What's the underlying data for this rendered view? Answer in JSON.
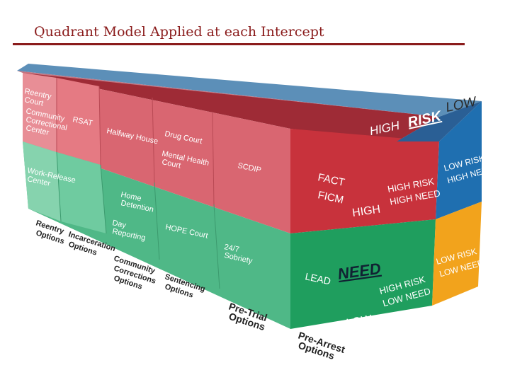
{
  "title": "Quadrant Model Applied at each Intercept",
  "colors": {
    "title": "#8a1b1b",
    "high_risk_high_need": "#c8323c",
    "high_risk_low_need": "#1f9e5e",
    "low_risk_high_need": "#1f6fb0",
    "low_risk_low_need": "#f2a31c",
    "pale_red": "#e57a83",
    "pale_green": "#69c79a"
  },
  "risk_axis": {
    "high_label": "HIGH",
    "risk_label": "RISK",
    "low_label": "LOW"
  },
  "need_axis": {
    "need_label": "NEED",
    "high_label": "HIGH",
    "low_label": "LOW"
  },
  "quadrants": {
    "high_risk_high_need": "HIGH RISK HIGH NEED",
    "high_risk_low_need": "HIGH RISK LOW NEED",
    "low_risk_high_need": "LOW RISK HIGH NEED",
    "low_risk_low_need": "LOW RISK LOW NEED"
  },
  "intercepts": [
    {
      "name": "Reentry Options",
      "upper": [
        "Reentry Court",
        "Community Correctional Center"
      ],
      "lower": [
        "Work-Release Center"
      ]
    },
    {
      "name": "Incarceration Options",
      "upper": [
        "RSAT"
      ],
      "lower": []
    },
    {
      "name": "Community Corrections Options",
      "upper": [
        "Halfway House"
      ],
      "lower": [
        "Home Detention",
        "Day Reporting"
      ]
    },
    {
      "name": "Sentencing Options",
      "upper": [
        "Drug Court",
        "Mental Health Court"
      ],
      "lower": [
        "HOPE Court"
      ]
    },
    {
      "name": "Pre-Trial Options",
      "upper": [
        "SCDIP"
      ],
      "lower": [
        "24/7 Sobriety"
      ]
    },
    {
      "name": "Pre-Arrest Options",
      "upper": [
        "FACT",
        "FICM"
      ],
      "lower": [
        "LEAD"
      ]
    }
  ]
}
